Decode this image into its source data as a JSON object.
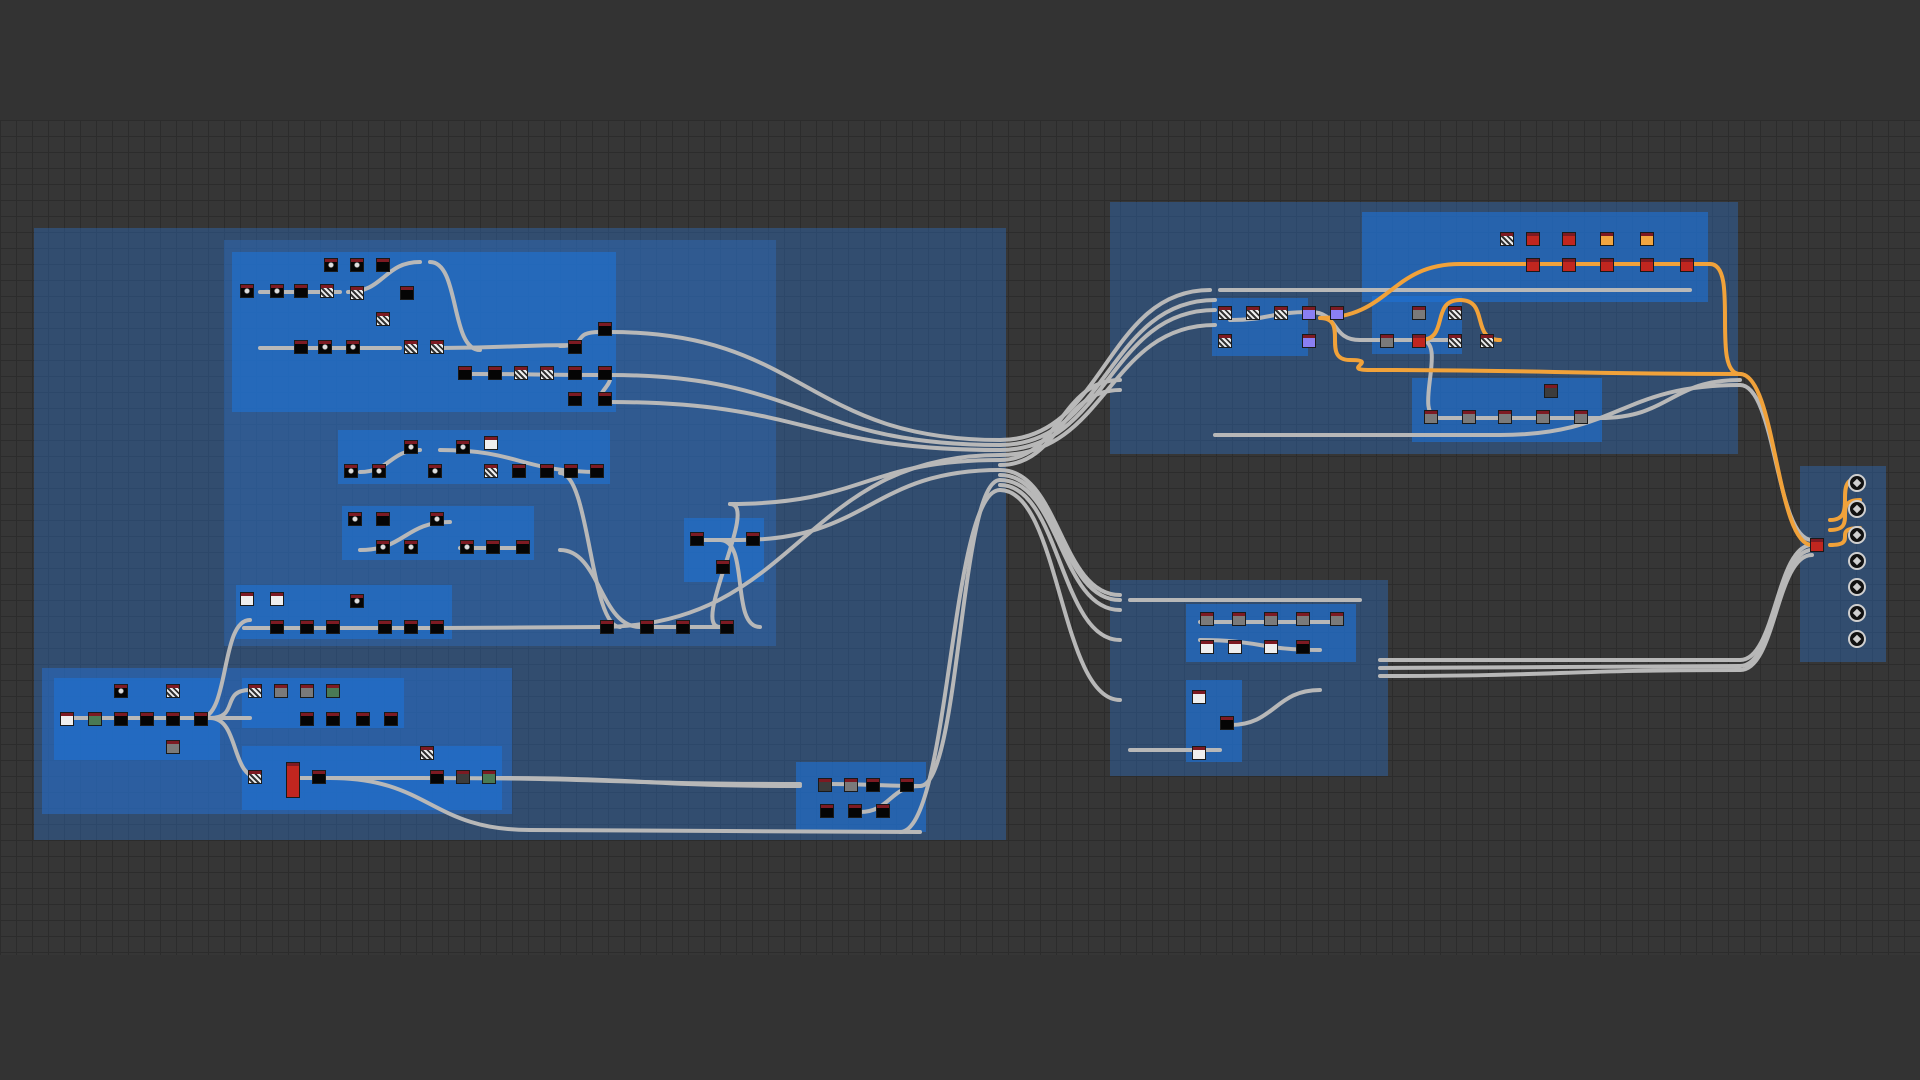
{
  "app": {
    "accent": "#2a6cc0",
    "wire_color": "#b8b8b8",
    "highlight_wire_color": "#f1a23a",
    "background": "#333333"
  },
  "frames": [
    {
      "name": "frame-main-left",
      "title": "",
      "lvl": 1
    },
    {
      "name": "frame-shapes-group",
      "title": "",
      "lvl": 1
    },
    {
      "name": "frame-shapes-inner",
      "title": "",
      "lvl": 3
    },
    {
      "name": "frame-shapes-row2",
      "title": "",
      "lvl": 3
    },
    {
      "name": "frame-shapes-row3",
      "title": "",
      "lvl": 3
    },
    {
      "name": "frame-shapes-row4",
      "title": "",
      "lvl": 3
    },
    {
      "name": "frame-mid-merge",
      "title": "",
      "lvl": 3
    },
    {
      "name": "frame-lower-left",
      "title": "",
      "lvl": 2
    },
    {
      "name": "frame-lower-left-a",
      "title": "",
      "lvl": 3
    },
    {
      "name": "frame-lower-left-b",
      "title": "",
      "lvl": 3
    },
    {
      "name": "frame-lower-left-c",
      "title": "",
      "lvl": 3
    },
    {
      "name": "frame-bottom-merge",
      "title": "",
      "lvl": 3
    },
    {
      "name": "frame-upper-right",
      "title": "",
      "lvl": 1
    },
    {
      "name": "frame-upper-right-inner",
      "title": "",
      "lvl": 3
    },
    {
      "name": "frame-upper-right-a",
      "title": "",
      "lvl": 3
    },
    {
      "name": "frame-upper-right-b",
      "title": "",
      "lvl": 3
    },
    {
      "name": "frame-upper-right-c",
      "title": "",
      "lvl": 3
    },
    {
      "name": "frame-lower-right",
      "title": "",
      "lvl": 1
    },
    {
      "name": "frame-lower-right-a",
      "title": "",
      "lvl": 3
    },
    {
      "name": "frame-lower-right-b",
      "title": "",
      "lvl": 3
    },
    {
      "name": "frame-outputs",
      "title": "",
      "lvl": 1
    }
  ],
  "outputs": [
    {
      "name": "output-basecolor"
    },
    {
      "name": "output-normal"
    },
    {
      "name": "output-roughness"
    },
    {
      "name": "output-metallic"
    },
    {
      "name": "output-height"
    },
    {
      "name": "output-ao"
    },
    {
      "name": "output-emissive"
    }
  ]
}
